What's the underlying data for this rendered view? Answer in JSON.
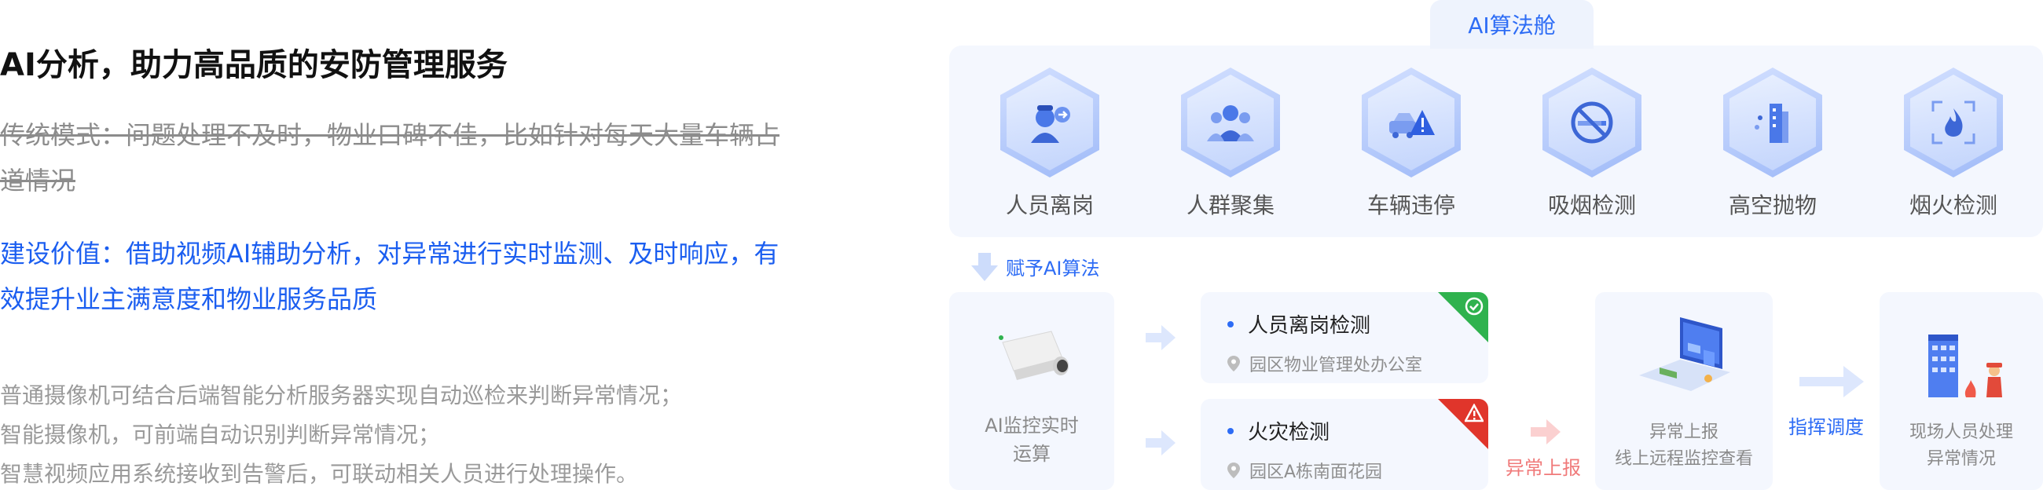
{
  "left": {
    "heading": "AI分析，助力高品质的安防管理服务",
    "traditional": "传统模式：问题处理不及时，物业口碑不佳，比如针对每天大量车辆占道情况",
    "value": "建设价值：借助视频AI辅助分析，对异常进行实时监测、及时响应，有效提升业主满意度和物业服务品质",
    "lines": [
      "普通摄像机可结合后端智能分析服务器实现自动巡检来判断异常情况；",
      "智能摄像机，可前端自动识别判断异常情况；",
      "智慧视频应用系统接收到告警后，可联动相关人员进行处理操作。"
    ]
  },
  "cabin": {
    "tab": "AI算法舱",
    "algorithms": [
      {
        "label": "人员离岗",
        "icon": "guard-leave-icon"
      },
      {
        "label": "人群聚集",
        "icon": "crowd-icon"
      },
      {
        "label": "车辆违停",
        "icon": "car-warning-icon"
      },
      {
        "label": "吸烟检测",
        "icon": "no-smoking-icon"
      },
      {
        "label": "高空抛物",
        "icon": "building-drop-icon"
      },
      {
        "label": "烟火检测",
        "icon": "fire-detect-icon"
      }
    ]
  },
  "flow": {
    "empower": "赋予AI算法",
    "camera_label_1": "AI监控实时",
    "camera_label_2": "运算",
    "detections": [
      {
        "title": "人员离岗检测",
        "location": "园区物业管理处办公室",
        "status_color": "#2fb24e"
      },
      {
        "title": "火灾检测",
        "location": "园区A栋南面花园",
        "status_color": "#e0352b"
      }
    ],
    "abnormal_report": "异常上报",
    "report_label_1": "异常上报",
    "report_label_2": "线上远程监控查看",
    "dispatch": "指挥调度",
    "onsite_label_1": "现场人员处理",
    "onsite_label_2": "异常情况"
  },
  "colors": {
    "accent": "#1b5ef0",
    "panel": "#f4f7fe",
    "alert": "#f07a7a"
  }
}
